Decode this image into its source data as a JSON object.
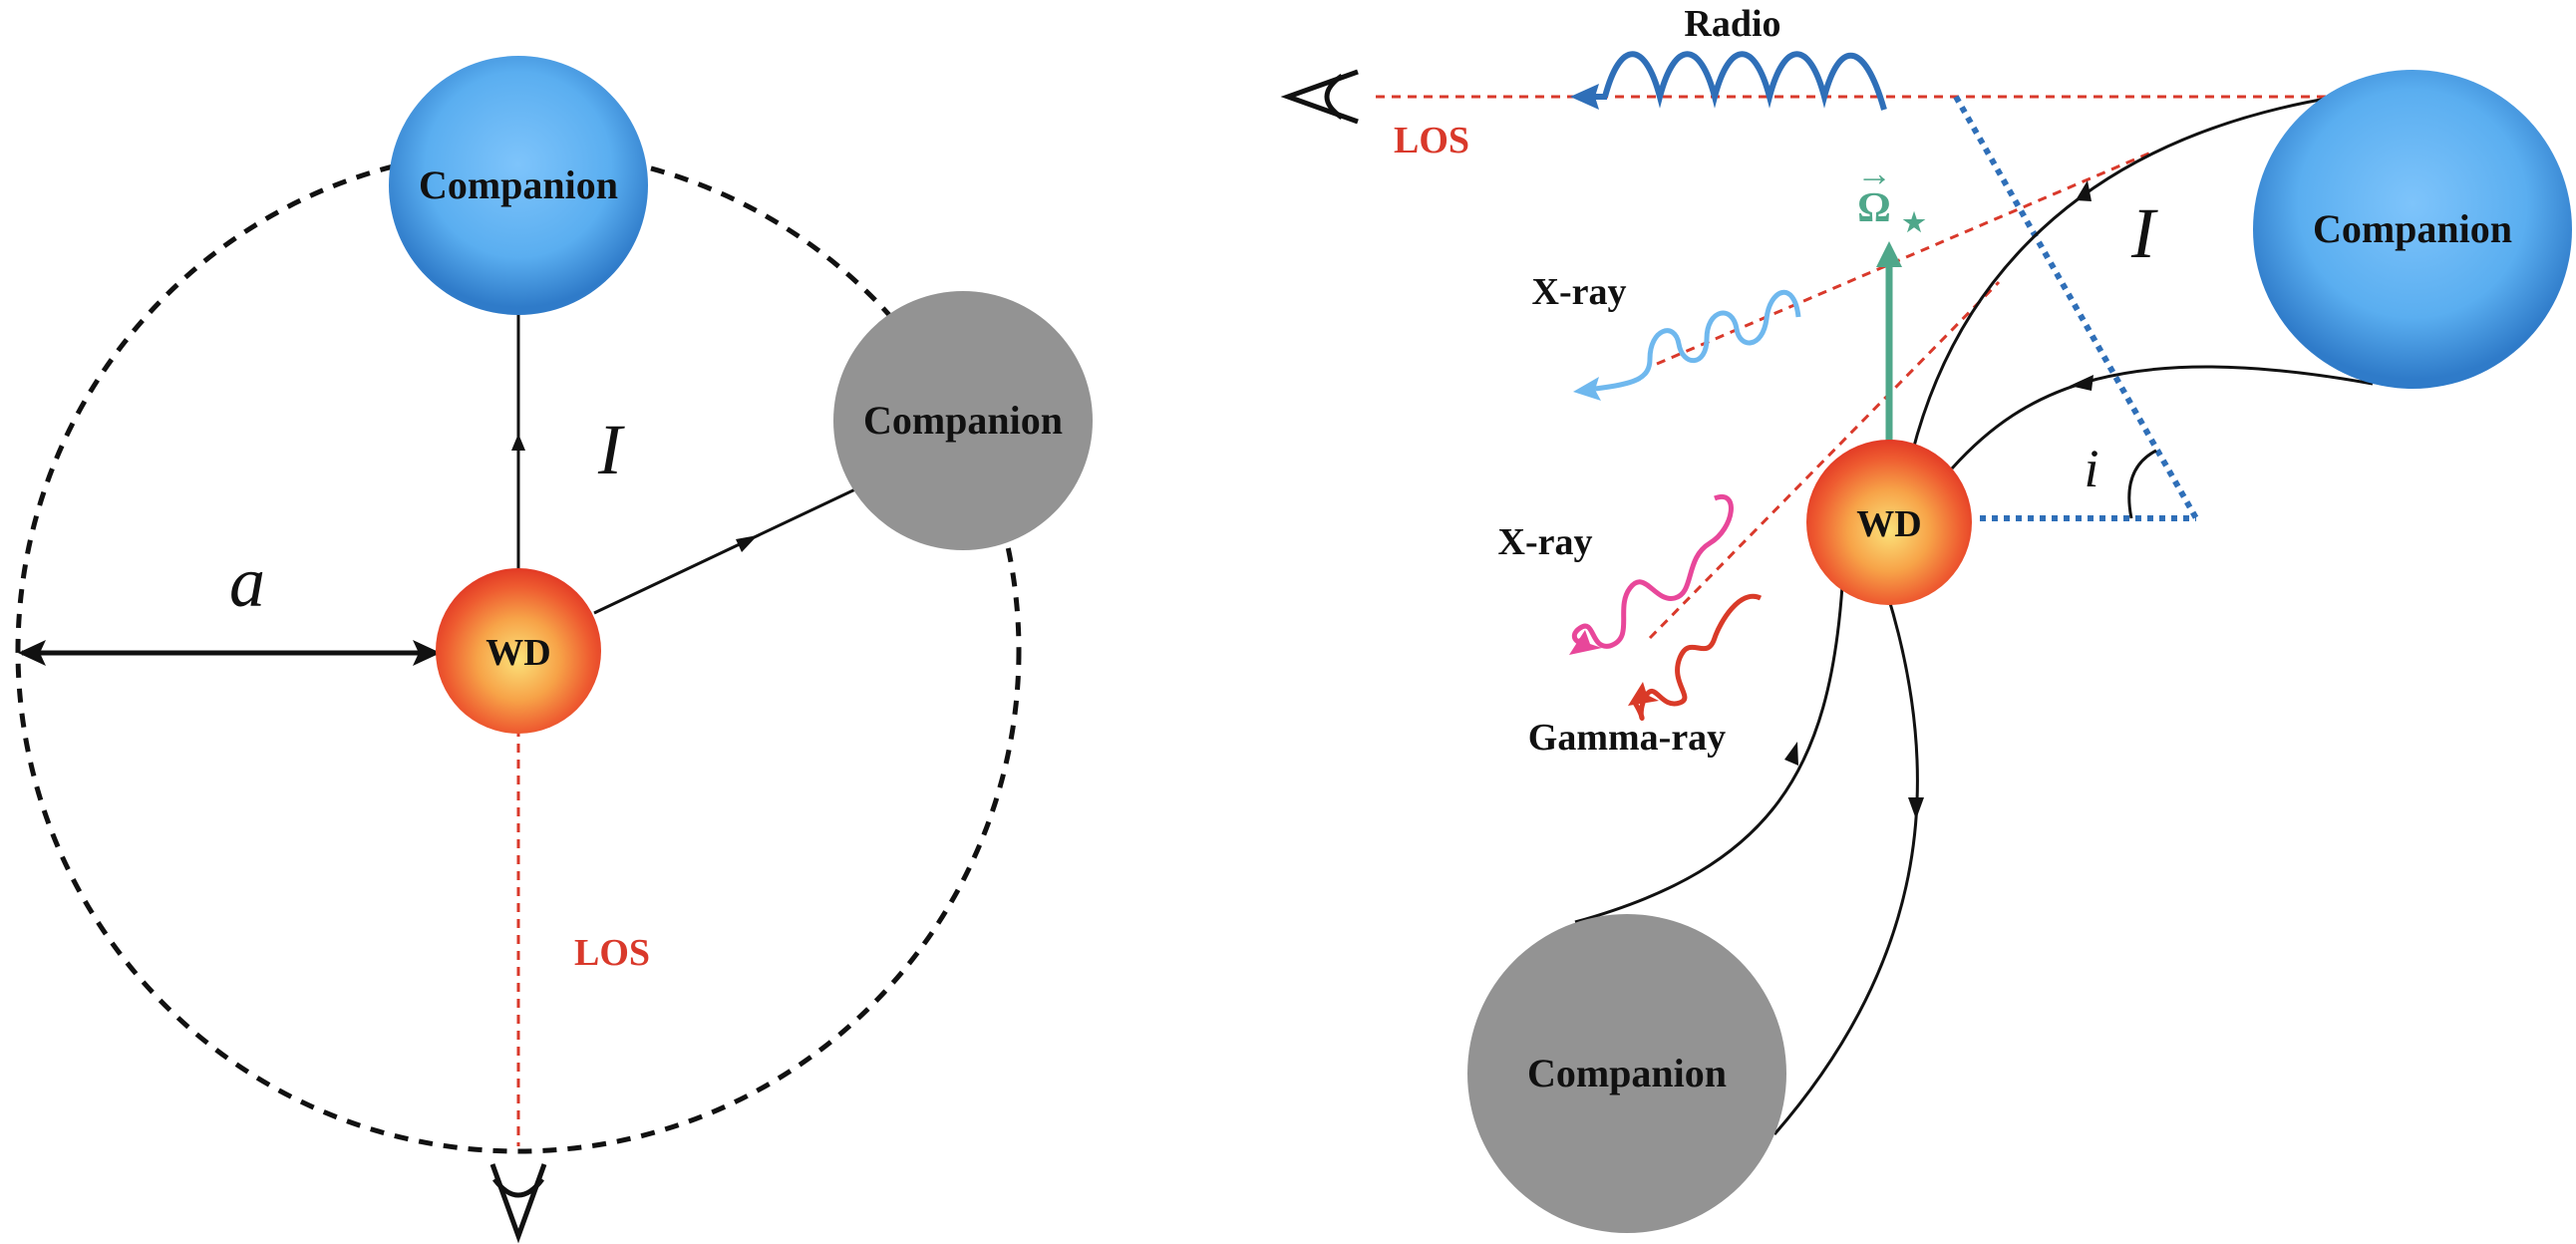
{
  "labels": {
    "companion": "Companion",
    "wd": "WD",
    "los": "LOS",
    "radio": "Radio",
    "xray": "X-ray",
    "gamma": "Gamma-ray",
    "omega": "Ω",
    "omega_sub": "★",
    "vec_arrow": "→",
    "a": "a",
    "I": "I",
    "i": "i"
  },
  "colors": {
    "companion_blue": "#5aaef0",
    "companion_blue_edge": "#2f7bc9",
    "companion_gray": "#939393",
    "wd_core": "#fbe27a",
    "wd_edge": "#e8402a",
    "los_red": "#d9392b",
    "radio_blue": "#2f6fb8",
    "xray_light_blue": "#6fb8ee",
    "xray_pink": "#e8479a",
    "gamma_red": "#d93a28",
    "omega_green": "#4fa78a",
    "dotted_blue": "#2f6fb8",
    "black": "#111111"
  }
}
